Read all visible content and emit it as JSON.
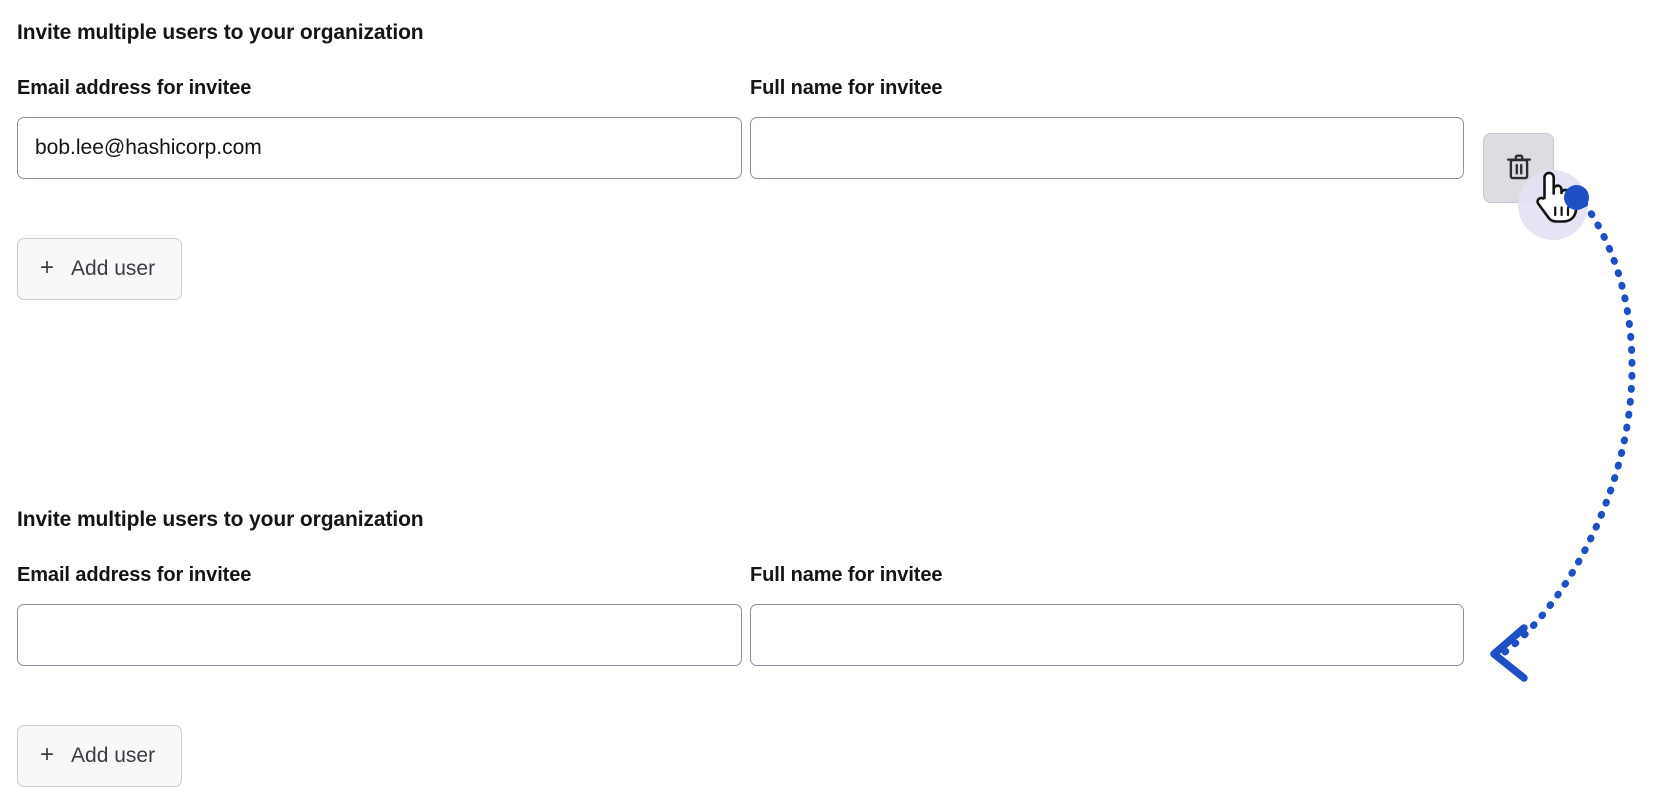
{
  "page": {
    "background_color": "#ffffff",
    "accent_color": "#1e4fc4",
    "text_color": "#141414"
  },
  "sections": [
    {
      "id": "section-1",
      "heading": "Invite multiple users to your organization",
      "email_field": {
        "label": "Email address for invitee",
        "value": "bob.lee@hashicorp.com",
        "placeholder": ""
      },
      "name_field": {
        "label": "Full name for invitee",
        "value": "",
        "placeholder": ""
      },
      "delete_button": {
        "icon": "trash-icon",
        "title": "Delete invitee row",
        "state": "hovered"
      },
      "add_user_button": {
        "icon": "plus-icon",
        "plus": "+",
        "label": "Add user"
      }
    },
    {
      "id": "section-2",
      "heading": "Invite multiple users to your organization",
      "email_field": {
        "label": "Email address for invitee",
        "value": "",
        "placeholder": ""
      },
      "name_field": {
        "label": "Full name for invitee",
        "value": "",
        "placeholder": ""
      },
      "add_user_button": {
        "icon": "plus-icon",
        "plus": "+",
        "label": "Add user"
      }
    }
  ],
  "annotation": {
    "cursor_icon": "hand-pointer-icon",
    "start_dot_color": "#1e4fc4",
    "arrow_color": "#1e4fc4",
    "arrow_style": "dotted-curved",
    "arrow_direction": "points-left",
    "description": "Cursor clicks delete button; dotted arrow curves down to the resulting state"
  }
}
